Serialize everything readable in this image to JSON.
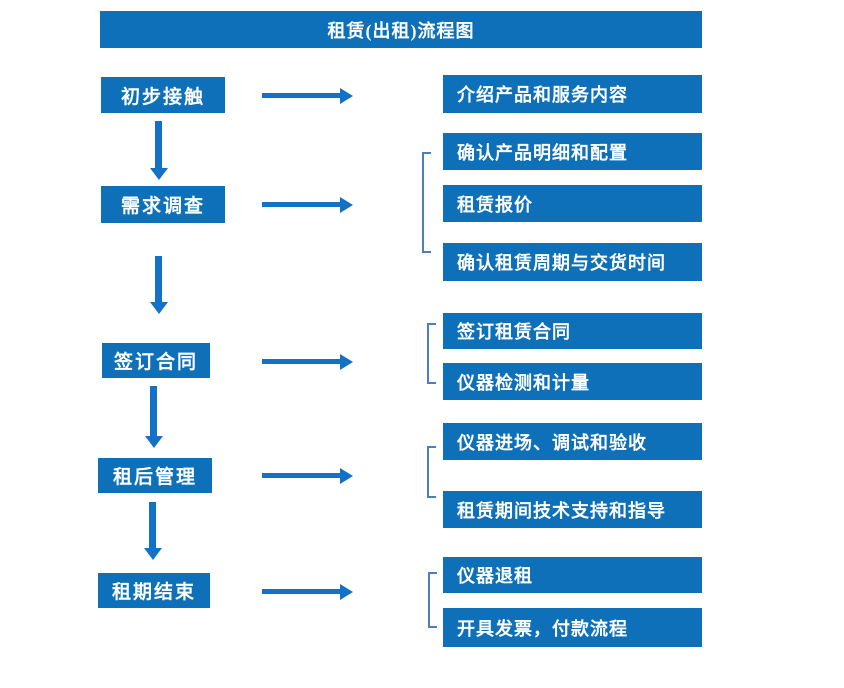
{
  "title": "租赁(出租)流程图",
  "colors": {
    "background": "#ffffff",
    "box_fill": "#0d70b8",
    "arrow": "#1371c6",
    "bracket": "#4d7ebf",
    "text": "#ffffff"
  },
  "steps": [
    {
      "label": "初步接触",
      "outputs": [
        {
          "label": "介绍产品和服务内容"
        }
      ]
    },
    {
      "label": "需求调查",
      "outputs": [
        {
          "label": "确认产品明细和配置"
        },
        {
          "label": "租赁报价"
        },
        {
          "label": "确认租赁周期与交货时间"
        }
      ]
    },
    {
      "label": "签订合同",
      "outputs": [
        {
          "label": "签订租赁合同"
        },
        {
          "label": "仪器检测和计量"
        }
      ]
    },
    {
      "label": "租后管理",
      "outputs": [
        {
          "label": "仪器进场、调试和验收"
        },
        {
          "label": "租赁期间技术支持和指导"
        }
      ]
    },
    {
      "label": "租期结束",
      "outputs": [
        {
          "label": "仪器退租"
        },
        {
          "label": "开具发票，付款流程"
        }
      ]
    }
  ]
}
